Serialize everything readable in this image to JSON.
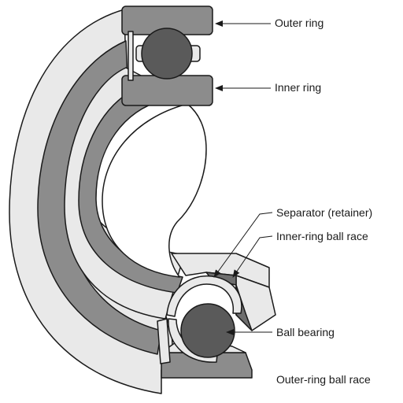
{
  "labels": {
    "outer_ring": "Outer ring",
    "inner_ring": "Inner ring",
    "separator": "Separator (retainer)",
    "inner_race": "Inner-ring ball race",
    "ball": "Ball bearing",
    "outer_race": "Outer-ring ball race"
  },
  "colors": {
    "light_gray": "#e9e9e9",
    "mid_gray": "#8c8c8c",
    "dark_gray": "#6e6e6e",
    "ball": "#5a5a5a",
    "outline": "#1a1a1a",
    "white": "#ffffff"
  }
}
